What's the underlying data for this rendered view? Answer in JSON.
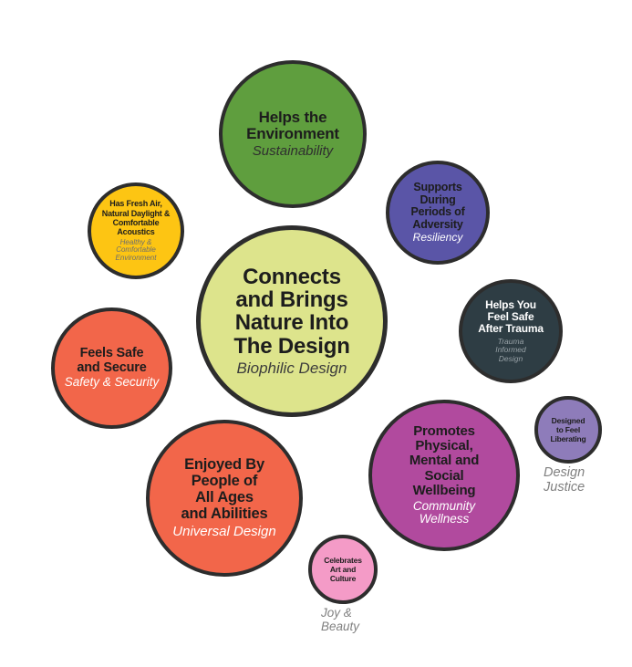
{
  "diagram": {
    "background": "#ffffff",
    "outline_color": "#2d2d2d",
    "caption_color": "#808080",
    "bubbles": [
      {
        "name": "sustainability",
        "title": "Helps the\nEnvironment",
        "subtitle": "Sustainability",
        "color": "#5f9e3e",
        "title_color": "#1d1d1d",
        "subtitle_color": "#2f2f2f"
      },
      {
        "name": "resiliency",
        "title": "Supports\nDuring\nPeriods of\nAdversity",
        "subtitle": "Resiliency",
        "color": "#5a55a7",
        "title_color": "#1d1d1d",
        "subtitle_color": "#ffffff"
      },
      {
        "name": "healthy-comfortable-environment",
        "title": "Has Fresh Air,\nNatural Daylight &\nComfortable\nAcoustics",
        "subtitle": "Healthy &\nComfortable\nEnvironment",
        "color": "#fdc513",
        "title_color": "#1d1d1d",
        "subtitle_color": "#6e6e6e"
      },
      {
        "name": "biophilic-design",
        "title": "Connects\nand Brings\nNature Into\nThe Design",
        "subtitle": "Biophilic Design",
        "color": "#dde48c",
        "title_color": "#1d1d1d",
        "subtitle_color": "#3c3c3c"
      },
      {
        "name": "trauma-informed-design",
        "title": "Helps You\nFeel Safe\nAfter Trauma",
        "subtitle": "Trauma\nInformed\nDesign",
        "color": "#2e3d44",
        "title_color": "#ffffff",
        "subtitle_color": "#97a1a6"
      },
      {
        "name": "safety-and-security",
        "title": "Feels Safe\nand Secure",
        "subtitle": "Safety & Security",
        "color": "#f2664a",
        "title_color": "#1d1d1d",
        "subtitle_color": "#ffffff"
      },
      {
        "name": "design-justice",
        "title": "Designed\nto Feel\nLiberating",
        "subtitle": "Design\nJustice",
        "color": "#8e7cba",
        "title_color": "#1d1d1d",
        "subtitle_color": "#808080"
      },
      {
        "name": "community-wellness",
        "title": "Promotes\nPhysical,\nMental and\nSocial\nWellbeing",
        "subtitle": "Community\nWellness",
        "color": "#b14a9e",
        "title_color": "#1d1d1d",
        "subtitle_color": "#ffffff"
      },
      {
        "name": "universal-design",
        "title": "Enjoyed By\nPeople of\nAll Ages\nand Abilities",
        "subtitle": "Universal Design",
        "color": "#f2664a",
        "title_color": "#1d1d1d",
        "subtitle_color": "#ffffff"
      },
      {
        "name": "joy-and-beauty",
        "title": "Celebrates\nArt and\nCulture",
        "subtitle": "Joy &\nBeauty",
        "color": "#f49bc7",
        "title_color": "#1d1d1d",
        "subtitle_color": "#808080"
      }
    ]
  }
}
